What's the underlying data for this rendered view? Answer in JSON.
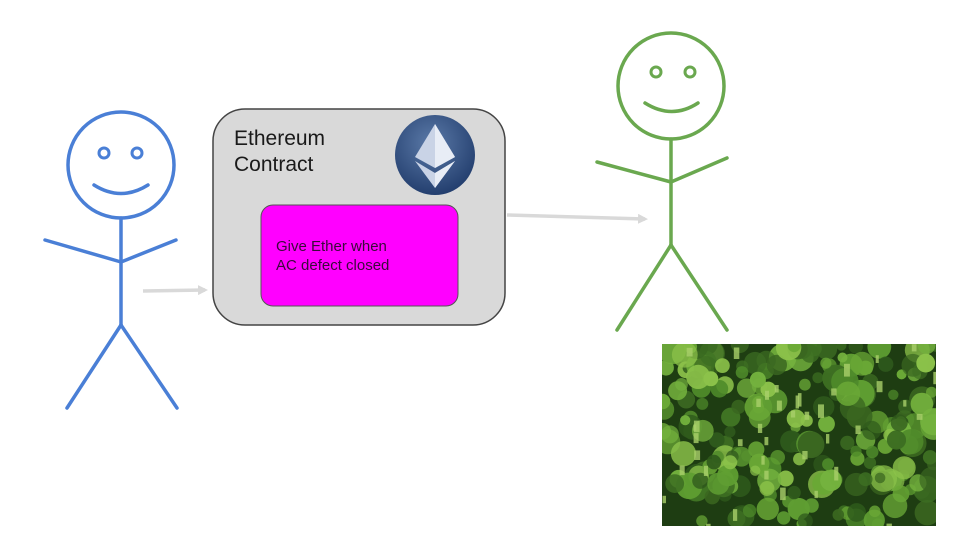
{
  "diagram": {
    "contract": {
      "title": "Ethereum\nContract",
      "logo_icon": "ethereum-logo-icon",
      "fill_color": "#d9d9d9",
      "border_color": "#444444"
    },
    "condition": {
      "text": "Give Ether when\nAC defect closed",
      "fill_color": "#ff00ff"
    },
    "payer": {
      "icon": "stick-figure-icon",
      "color": "#4a7fd6"
    },
    "payee": {
      "icon": "stick-figure-icon",
      "color": "#6aa84f"
    },
    "reward": {
      "icon": "broccoli-image"
    },
    "arrow_color": "#d9d9d9"
  }
}
